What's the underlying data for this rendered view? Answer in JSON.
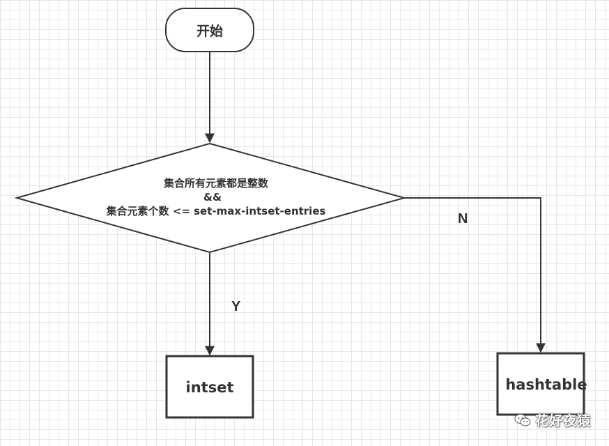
{
  "nodes": {
    "start": {
      "label": "开始"
    },
    "decision": {
      "line1": "集合所有元素都是整数",
      "line2": "&&",
      "line3": "集合元素个数 <= set-max-intset-entries"
    },
    "intset": {
      "label": "intset"
    },
    "hashtable": {
      "label": "hashtable"
    }
  },
  "edges": {
    "yes": {
      "label": "Y"
    },
    "no": {
      "label": "N"
    }
  },
  "watermark": {
    "text": "花好夜猿",
    "icon": "wechat-icon"
  },
  "colors": {
    "stroke": "#333333",
    "grid": "#e6e6e6",
    "background": "#ffffff"
  }
}
